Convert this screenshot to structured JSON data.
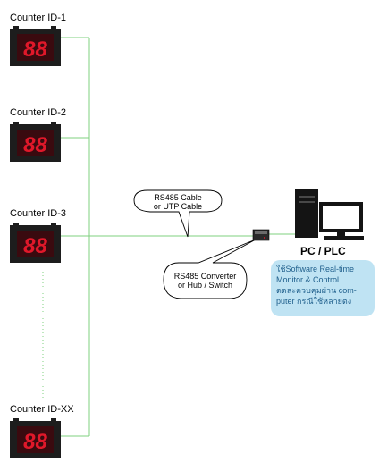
{
  "counters": [
    {
      "label": "Counter ID-1",
      "digits": "88"
    },
    {
      "label": "Counter ID-2",
      "digits": "88"
    },
    {
      "label": "Counter ID-3",
      "digits": "88"
    },
    {
      "label": "Counter ID-XX",
      "digits": "88"
    }
  ],
  "cable_callout": {
    "line1": "RS485 Cable",
    "line2": "or UTP Cable"
  },
  "converter_callout": {
    "line1": "RS485 Converter",
    "line2": "or Hub / Switch"
  },
  "pc_label": "PC / PLC",
  "note_lines": [
    "ใช้Software Real-time",
    "Monitor & Control",
    "ดดละควบคุมผ่าน com-",
    "puter กรณีใช้หลายตง"
  ],
  "colors": {
    "counter_body": "#1d1d1d",
    "digit_red": "#e0182a",
    "display_bg": "#3a0a0f",
    "wire_green": "#7fd07f",
    "note_bg": "#bfe3f3",
    "note_text": "#1f5f8c"
  }
}
